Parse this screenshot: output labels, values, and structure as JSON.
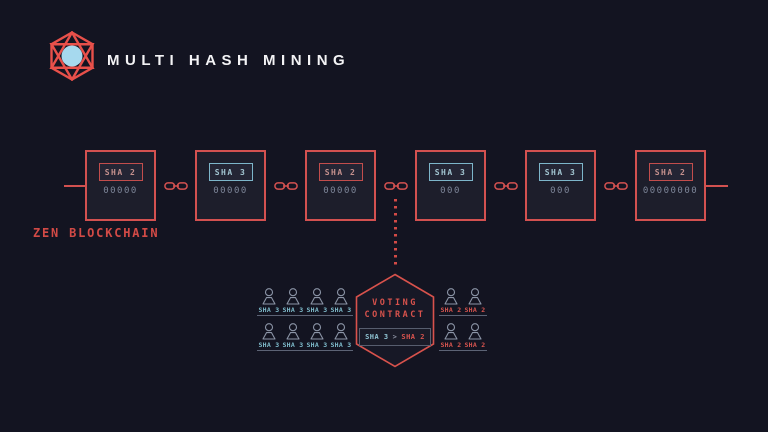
{
  "header": {
    "title": "MULTI HASH MINING"
  },
  "blockchain": {
    "label": "ZEN BLOCKCHAIN",
    "blocks": [
      {
        "algo": "SHA 2",
        "nonce": "00000",
        "type": "sha2"
      },
      {
        "algo": "SHA 3",
        "nonce": "00000",
        "type": "sha3"
      },
      {
        "algo": "SHA 2",
        "nonce": "00000",
        "type": "sha2"
      },
      {
        "algo": "SHA 3",
        "nonce": "000",
        "type": "sha3"
      },
      {
        "algo": "SHA 3",
        "nonce": "000",
        "type": "sha3"
      },
      {
        "algo": "SHA 2",
        "nonce": "00000000",
        "type": "sha2"
      }
    ]
  },
  "voting": {
    "title_line1": "VOTING",
    "title_line2": "CONTRACT",
    "proposal": {
      "from": "SHA 3",
      "arrow": ">",
      "to": "SHA 2"
    },
    "left_voters": {
      "label": "SHA 3",
      "count": 8
    },
    "right_voters": {
      "label": "SHA 2",
      "count": 4
    }
  },
  "icons": {
    "logo": "hex-cube-logo",
    "chain": "chain-link-icon",
    "person": "person-icon",
    "connector": "dotted-connector"
  },
  "colors": {
    "background": "#131421",
    "accent_red": "#d8524c",
    "accent_teal": "#7fbccc",
    "text_light": "#f3f3f5",
    "text_gray": "#7e8699",
    "logo_circle": "#a6d9ee"
  }
}
